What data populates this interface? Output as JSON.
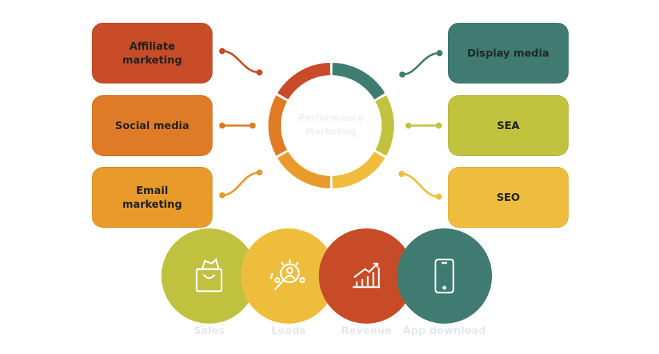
{
  "center": {
    "line1": "Performance",
    "line2": "Marketing"
  },
  "left_boxes": [
    {
      "label": "Affiliate marketing",
      "color": "#c74c27"
    },
    {
      "label": "Social media",
      "color": "#df7b26"
    },
    {
      "label": "Email marketing",
      "color": "#e89b2b"
    }
  ],
  "right_boxes": [
    {
      "label": "Display media",
      "color": "#3f7b70"
    },
    {
      "label": "SEA",
      "color": "#c1c33f"
    },
    {
      "label": "SEO",
      "color": "#efbd3d"
    }
  ],
  "ring_colors": [
    "#3f7d72",
    "#c2c23e",
    "#efbd3b",
    "#e89a2a",
    "#e07a24",
    "#c84b27"
  ],
  "outcomes": [
    {
      "label": "Sales",
      "icon": "shopping-bag-icon",
      "color": "#c0c13f"
    },
    {
      "label": "Leads",
      "icon": "search-person-icon",
      "color": "#efbd3c"
    },
    {
      "label": "Revenue",
      "icon": "growth-chart-icon",
      "color": "#c84b27"
    },
    {
      "label": "App download",
      "icon": "smartphone-icon",
      "color": "#3f7b70"
    }
  ]
}
